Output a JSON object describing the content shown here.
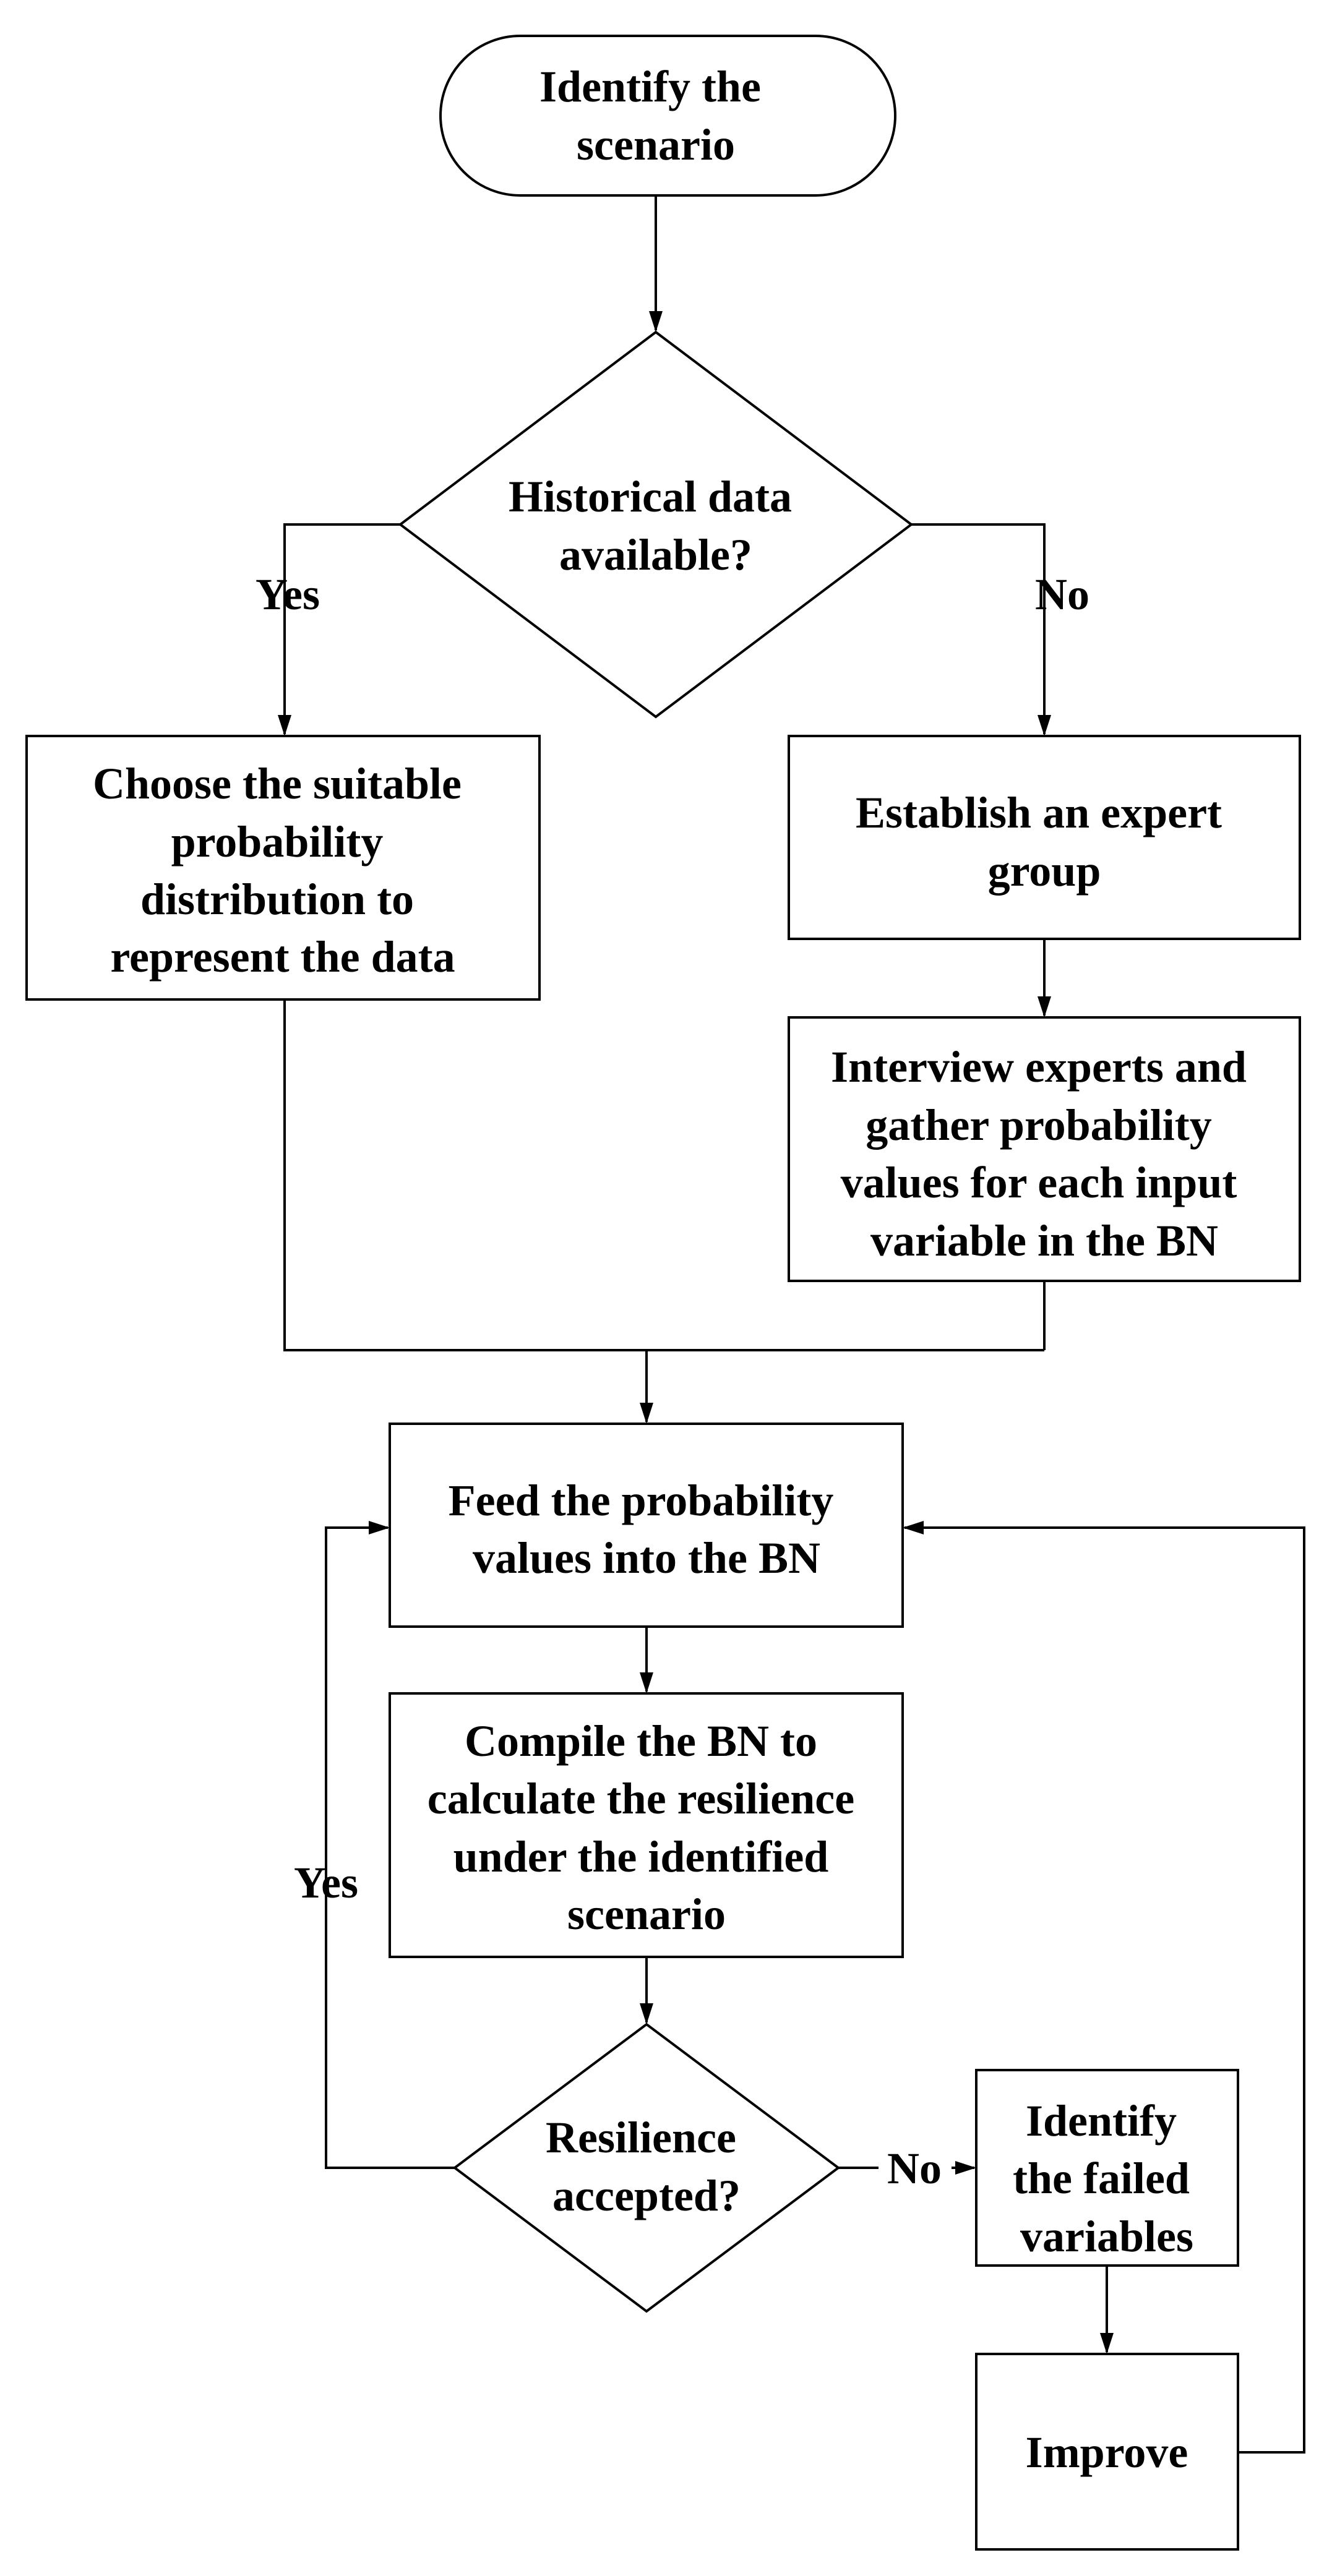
{
  "nodes": {
    "start": {
      "lines": [
        "Identify the",
        "scenario"
      ]
    },
    "decision_data": {
      "lines": [
        "Historical data",
        "available?"
      ]
    },
    "choose_distribution": {
      "lines": [
        "Choose the suitable",
        "probability",
        "distribution to",
        "represent the data"
      ]
    },
    "expert_group": {
      "lines": [
        "Establish an expert",
        "group"
      ]
    },
    "interview": {
      "lines": [
        "Interview experts and",
        "gather probability",
        "values for each input",
        "variable in the BN"
      ]
    },
    "feed": {
      "lines": [
        "Feed the probability",
        "values into the BN"
      ]
    },
    "compile": {
      "lines": [
        "Compile the BN to",
        "calculate the resilience",
        "under the identified",
        "scenario"
      ]
    },
    "decision_resilience": {
      "lines": [
        "Resilience",
        "accepted?"
      ]
    },
    "identify_failed": {
      "lines": [
        "Identify",
        "the failed",
        "variables"
      ]
    },
    "improve": {
      "lines": [
        "Improve"
      ]
    }
  },
  "edge_labels": {
    "data_yes": "Yes",
    "data_no": "No",
    "resilience_yes": "Yes",
    "resilience_no": "No"
  }
}
